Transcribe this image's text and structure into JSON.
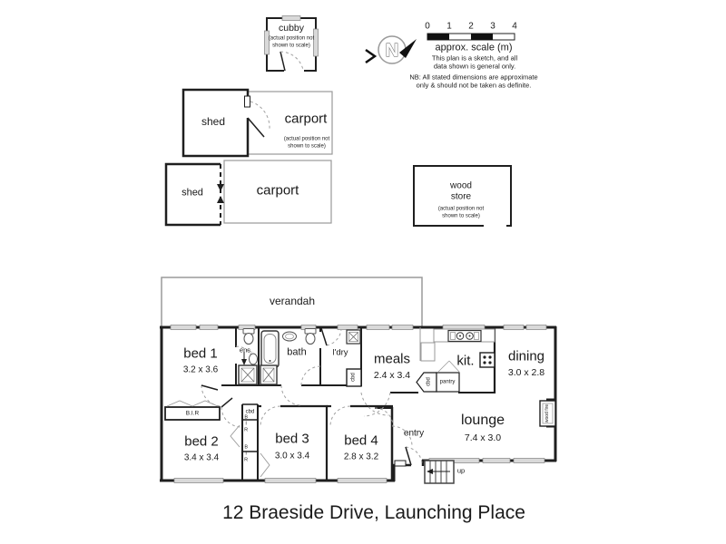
{
  "title": "12 Braeside Drive, Launching Place",
  "compass": {
    "letter": "N"
  },
  "scalebar": {
    "ticks": [
      "0",
      "1",
      "2",
      "3",
      "4"
    ],
    "label": "approx. scale (m)",
    "sketch_note_line1": "This plan is a sketch, and all",
    "sketch_note_line2": "data shown is general only.",
    "nb_line1": "NB: All stated dimensions are approximate",
    "nb_line2": "only & should not be taken as definite."
  },
  "outbuildings": {
    "cubby": {
      "label": "cubby",
      "note_line1": "(actual position not",
      "note_line2": "shown to scale)"
    },
    "shed_upper": {
      "label": "shed"
    },
    "carport_upper": {
      "label": "carport",
      "note_line1": "(actual position not",
      "note_line2": "shown to scale)"
    },
    "shed_lower": {
      "label": "shed"
    },
    "carport_lower": {
      "label": "carport"
    },
    "wood_store": {
      "label_line1": "wood",
      "label_line2": "store",
      "note_line1": "(actual position not",
      "note_line2": "shown to scale)"
    }
  },
  "house": {
    "verandah": {
      "label": "verandah"
    },
    "bed1": {
      "label": "bed 1",
      "dims": "3.2 x 3.6"
    },
    "ens": {
      "label": "ens."
    },
    "bath": {
      "label": "bath"
    },
    "ldry": {
      "label": "l'dry"
    },
    "meals": {
      "label": "meals",
      "dims": "2.4 x 3.4"
    },
    "kitchen": {
      "label": "kit."
    },
    "dining": {
      "label": "dining",
      "dims": "3.0 x 2.8"
    },
    "bed2": {
      "label": "bed 2",
      "dims": "3.4 x 3.4"
    },
    "bed3": {
      "label": "bed 3",
      "dims": "3.0 x 3.4"
    },
    "bed4": {
      "label": "bed 4",
      "dims": "2.8 x 3.2"
    },
    "lounge": {
      "label": "lounge",
      "dims": "7.4 x 3.0"
    },
    "entry": {
      "label": "entry"
    },
    "bir": {
      "label": "B.I.R"
    },
    "cbd_hall": {
      "label": "cbd"
    },
    "bir_vertical1": {
      "label": "BIR"
    },
    "bir_vertical2": {
      "label": "BIR"
    },
    "cbd_ldry": {
      "label": "cbd"
    },
    "cbd_kitchen": {
      "label": "cbd"
    },
    "pantry": {
      "label": "pantry"
    },
    "wood_fire": {
      "label": "wood fire"
    },
    "stairs": {
      "label": "up"
    }
  },
  "colors": {
    "wall": "#1f1f1f",
    "light_line": "#9a9a9a",
    "window_fill": "#d9d9d9",
    "door_arc": "#a0a0a0"
  }
}
